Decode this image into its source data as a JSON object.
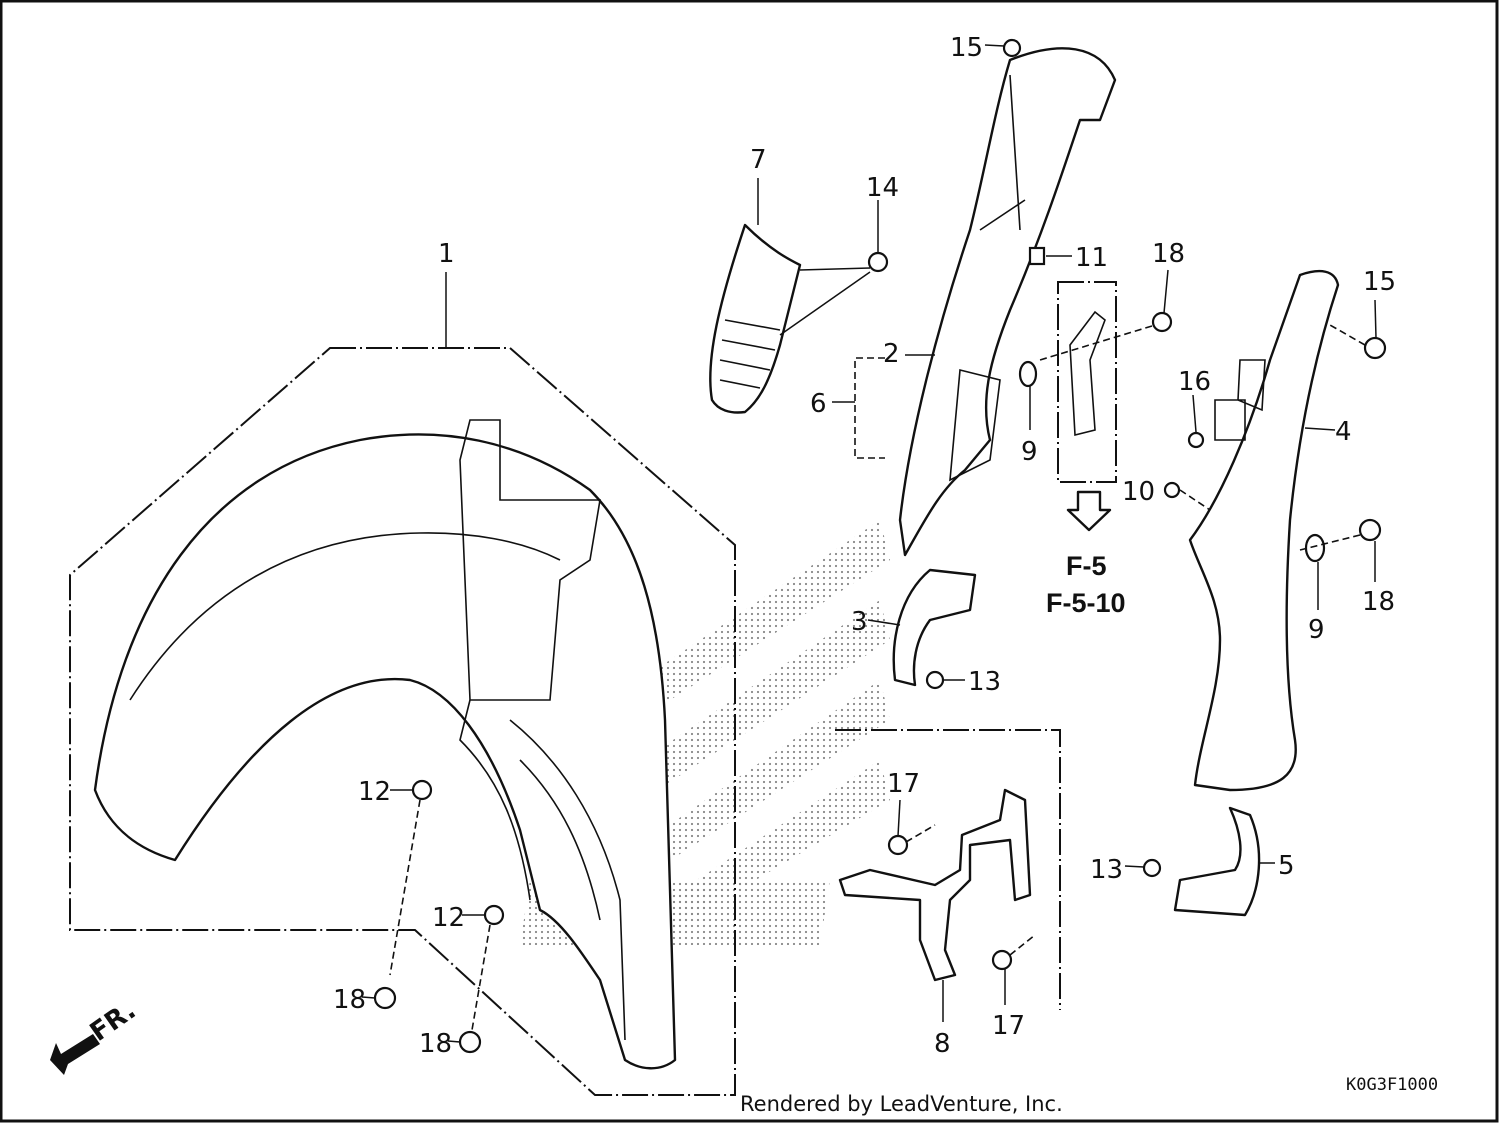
{
  "callouts": {
    "c1": "1",
    "c2": "2",
    "c3": "3",
    "c4": "4",
    "c5": "5",
    "c6": "6",
    "c7": "7",
    "c8": "8",
    "c9a": "9",
    "c9b": "9",
    "c10": "10",
    "c11": "11",
    "c12a": "12",
    "c12b": "12",
    "c13a": "13",
    "c13b": "13",
    "c14": "14",
    "c15a": "15",
    "c15b": "15",
    "c16": "16",
    "c17a": "17",
    "c17b": "17",
    "c18a": "18",
    "c18b": "18",
    "c18c": "18",
    "c18d": "18"
  },
  "refs": {
    "ref1": "F-5",
    "ref2": "F-5-10"
  },
  "direction_label": "FR.",
  "diagram_code": "K0G3F1000",
  "footer": "Rendered by LeadVenture, Inc."
}
